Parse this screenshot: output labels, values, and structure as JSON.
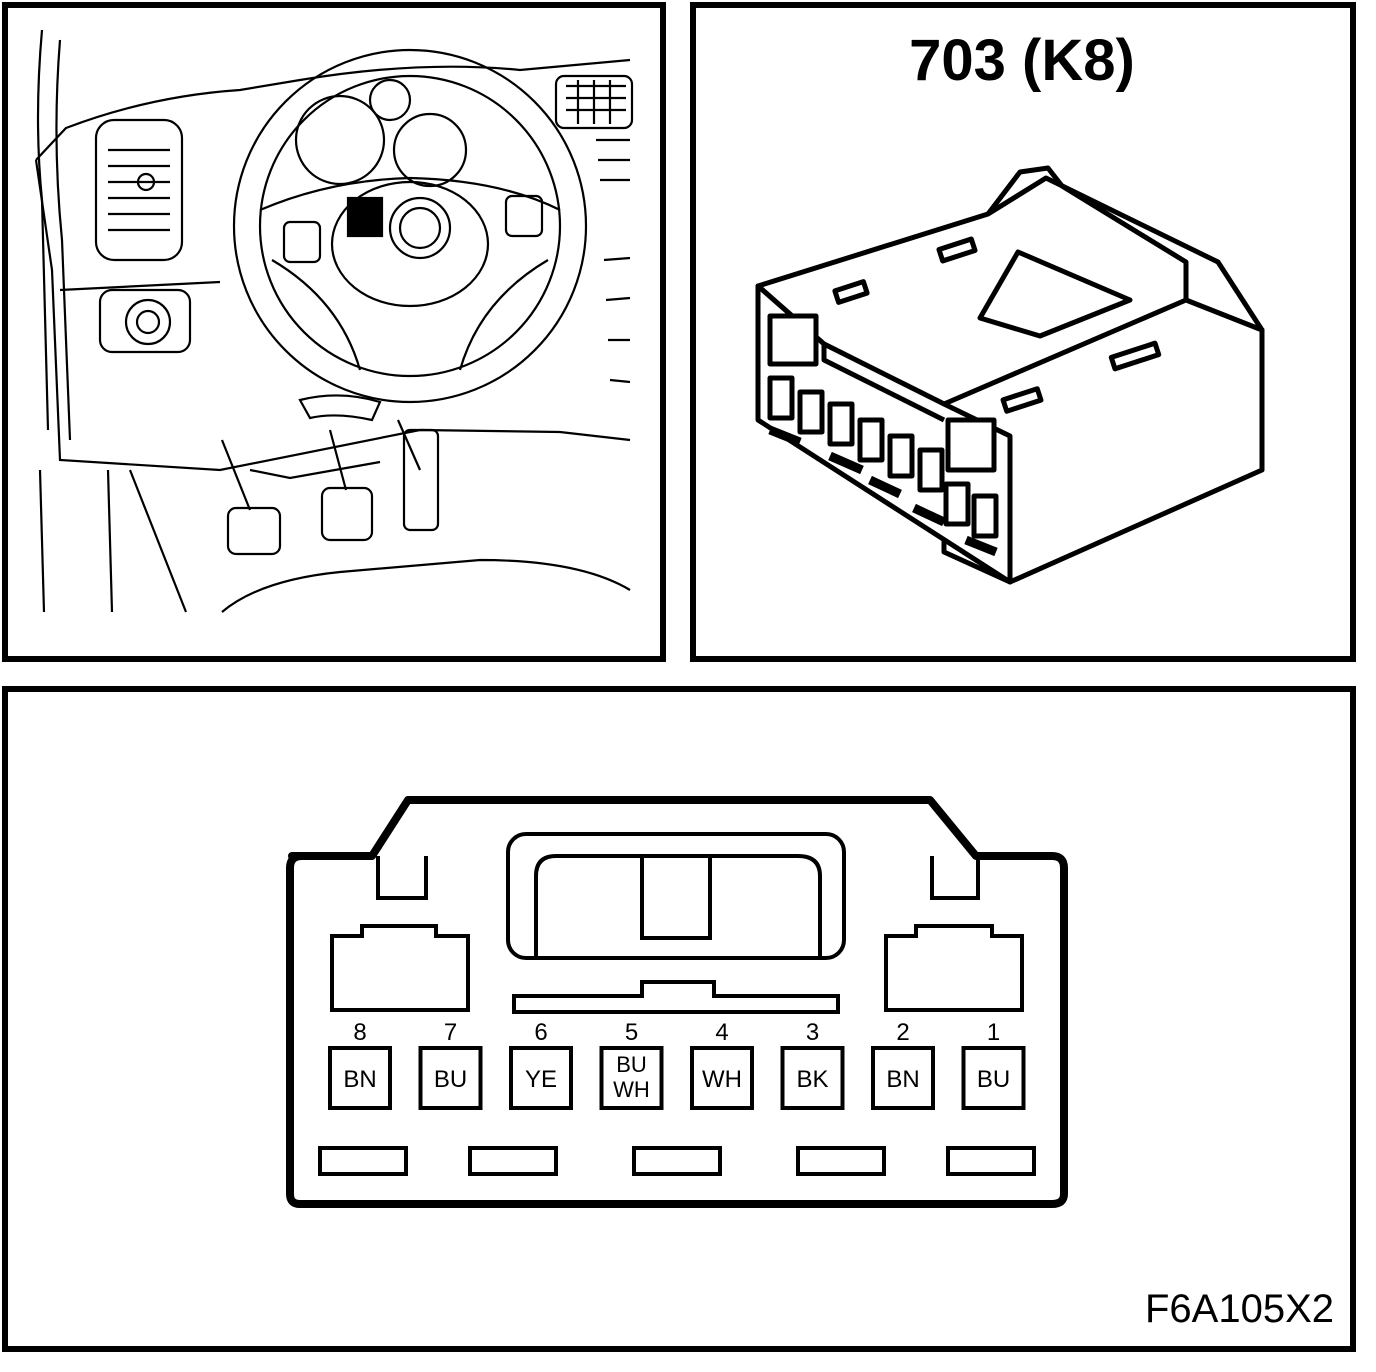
{
  "connector": {
    "title": "703 (K8)"
  },
  "pins": [
    {
      "number": "8",
      "color": [
        "BN"
      ]
    },
    {
      "number": "7",
      "color": [
        "BU"
      ]
    },
    {
      "number": "6",
      "color": [
        "YE"
      ]
    },
    {
      "number": "5",
      "color": [
        "BU",
        "WH"
      ]
    },
    {
      "number": "4",
      "color": [
        "WH"
      ]
    },
    {
      "number": "3",
      "color": [
        "BK"
      ]
    },
    {
      "number": "2",
      "color": [
        "BN"
      ]
    },
    {
      "number": "1",
      "color": [
        "BU"
      ]
    }
  ],
  "figure_code": "F6A105X2"
}
